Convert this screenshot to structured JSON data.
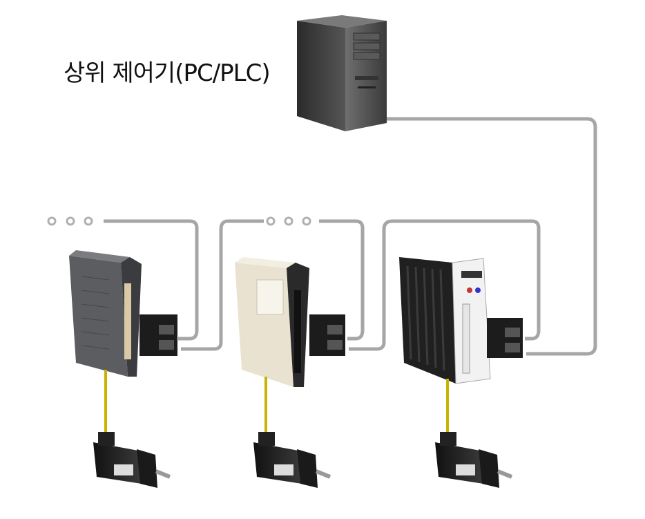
{
  "title": "상위 제어기(PC/PLC)",
  "colors": {
    "cable": "#a6a6a6",
    "motor_cable": "#c8b400",
    "ellipsis_dot": "#b0b0b0"
  },
  "components": {
    "controller": "pc-tower",
    "drives": [
      "servo-drive-1",
      "servo-drive-2",
      "servo-drive-3"
    ],
    "motors": [
      "servo-motor-1",
      "servo-motor-2",
      "servo-motor-3"
    ]
  }
}
